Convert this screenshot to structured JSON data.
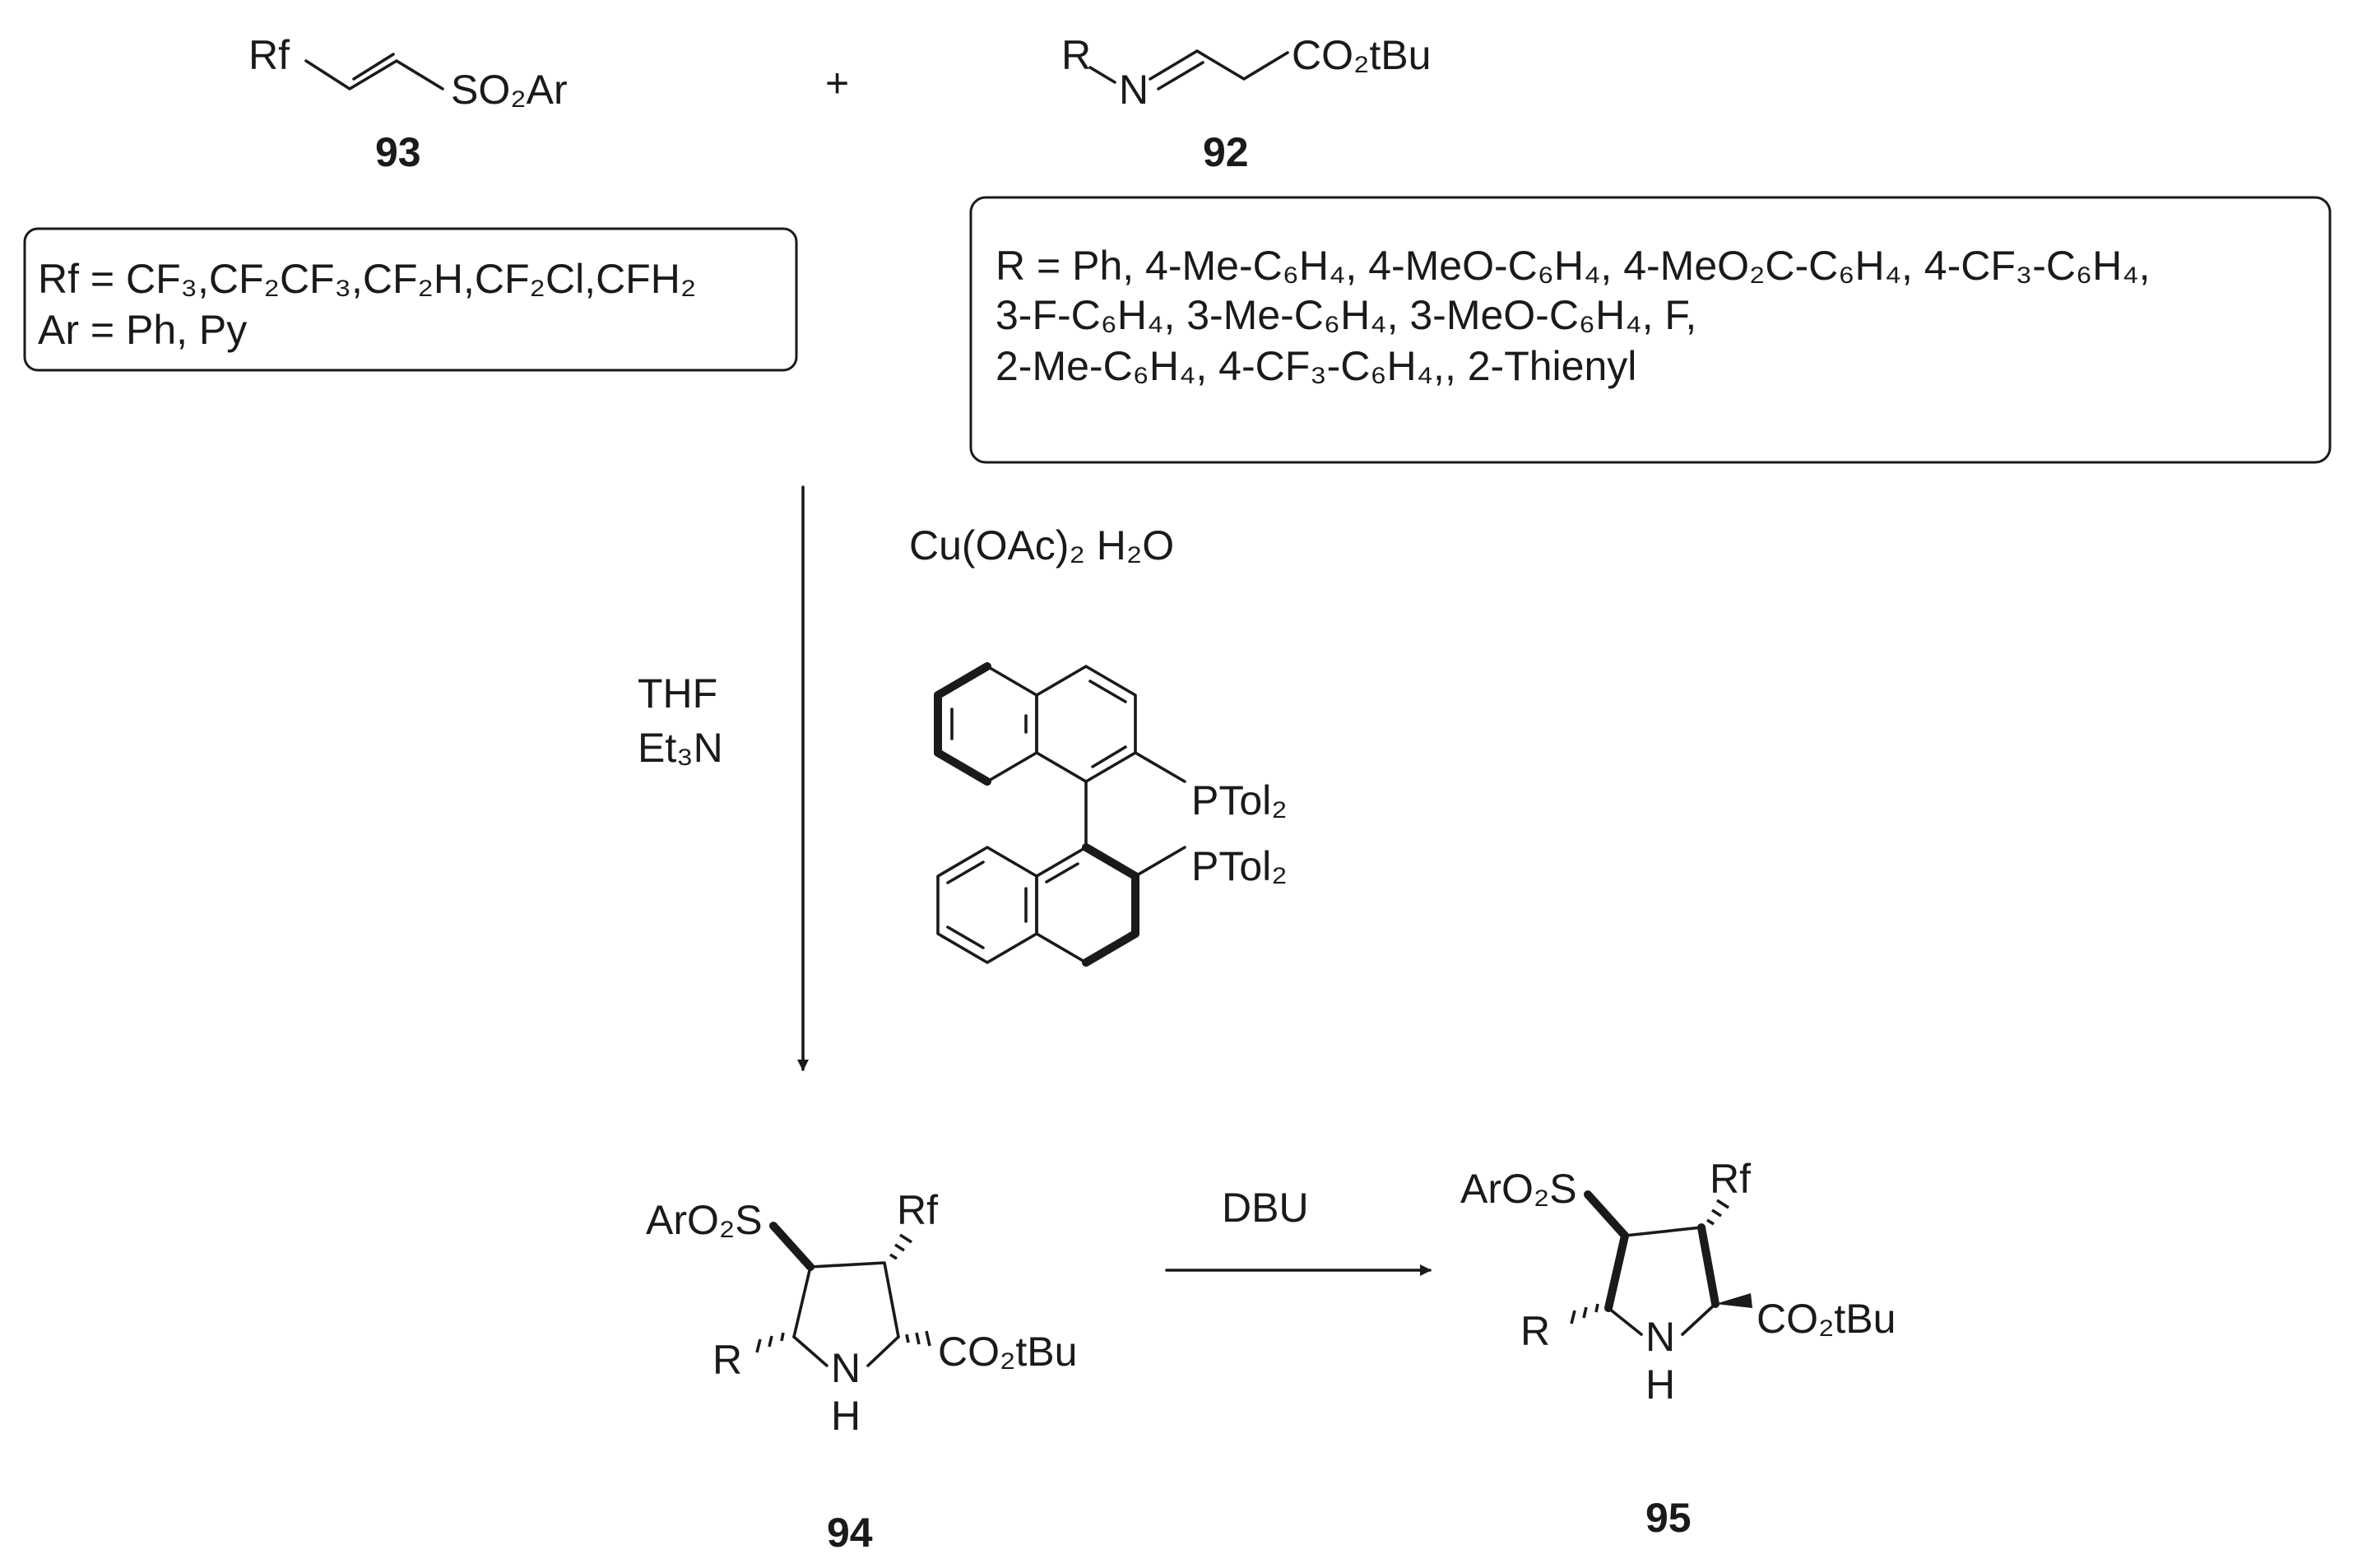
{
  "reagent93": {
    "rf": "Rf",
    "so2ar": "SO₂Ar",
    "number": "93"
  },
  "plus": "+",
  "reagent92": {
    "r": "R",
    "n": "N",
    "ester": "CO₂tBu",
    "number": "92"
  },
  "box93": {
    "line1": "Rf = CF₃,CF₂CF₃,CF₂H,CF₂Cl,CFH₂",
    "line2": "Ar = Ph, Py"
  },
  "box92": {
    "line1": "R = Ph,  4-Me-C₆H₄, 4-MeO-C₆H₄, 4-MeO₂C-C₆H₄, 4-CF₃-C₆H₄,",
    "line2": "3-F-C₆H₄, 3-Me-C₆H₄, 3-MeO-C₆H₄, F,",
    "line3": "2-Me-C₆H₄,  4-CF₃-C₆H₄,, 2-Thienyl"
  },
  "conditions": {
    "catalyst": "Cu(OAc)₂ H₂O",
    "solvent": "THF",
    "base": "Et₃N",
    "ligand_p1": "PTol₂",
    "ligand_p2": "PTol₂"
  },
  "product94": {
    "aro2s": "ArO₂S",
    "rf": "Rf",
    "r": "R",
    "n": "N",
    "h": "H",
    "ester": "CO₂tBu",
    "number": "94"
  },
  "step2_reagent": "DBU",
  "product95": {
    "aro2s": "ArO₂S",
    "rf": "Rf",
    "r": "R",
    "n": "N",
    "h": "H",
    "ester": "CO₂tBu",
    "number": "95"
  }
}
